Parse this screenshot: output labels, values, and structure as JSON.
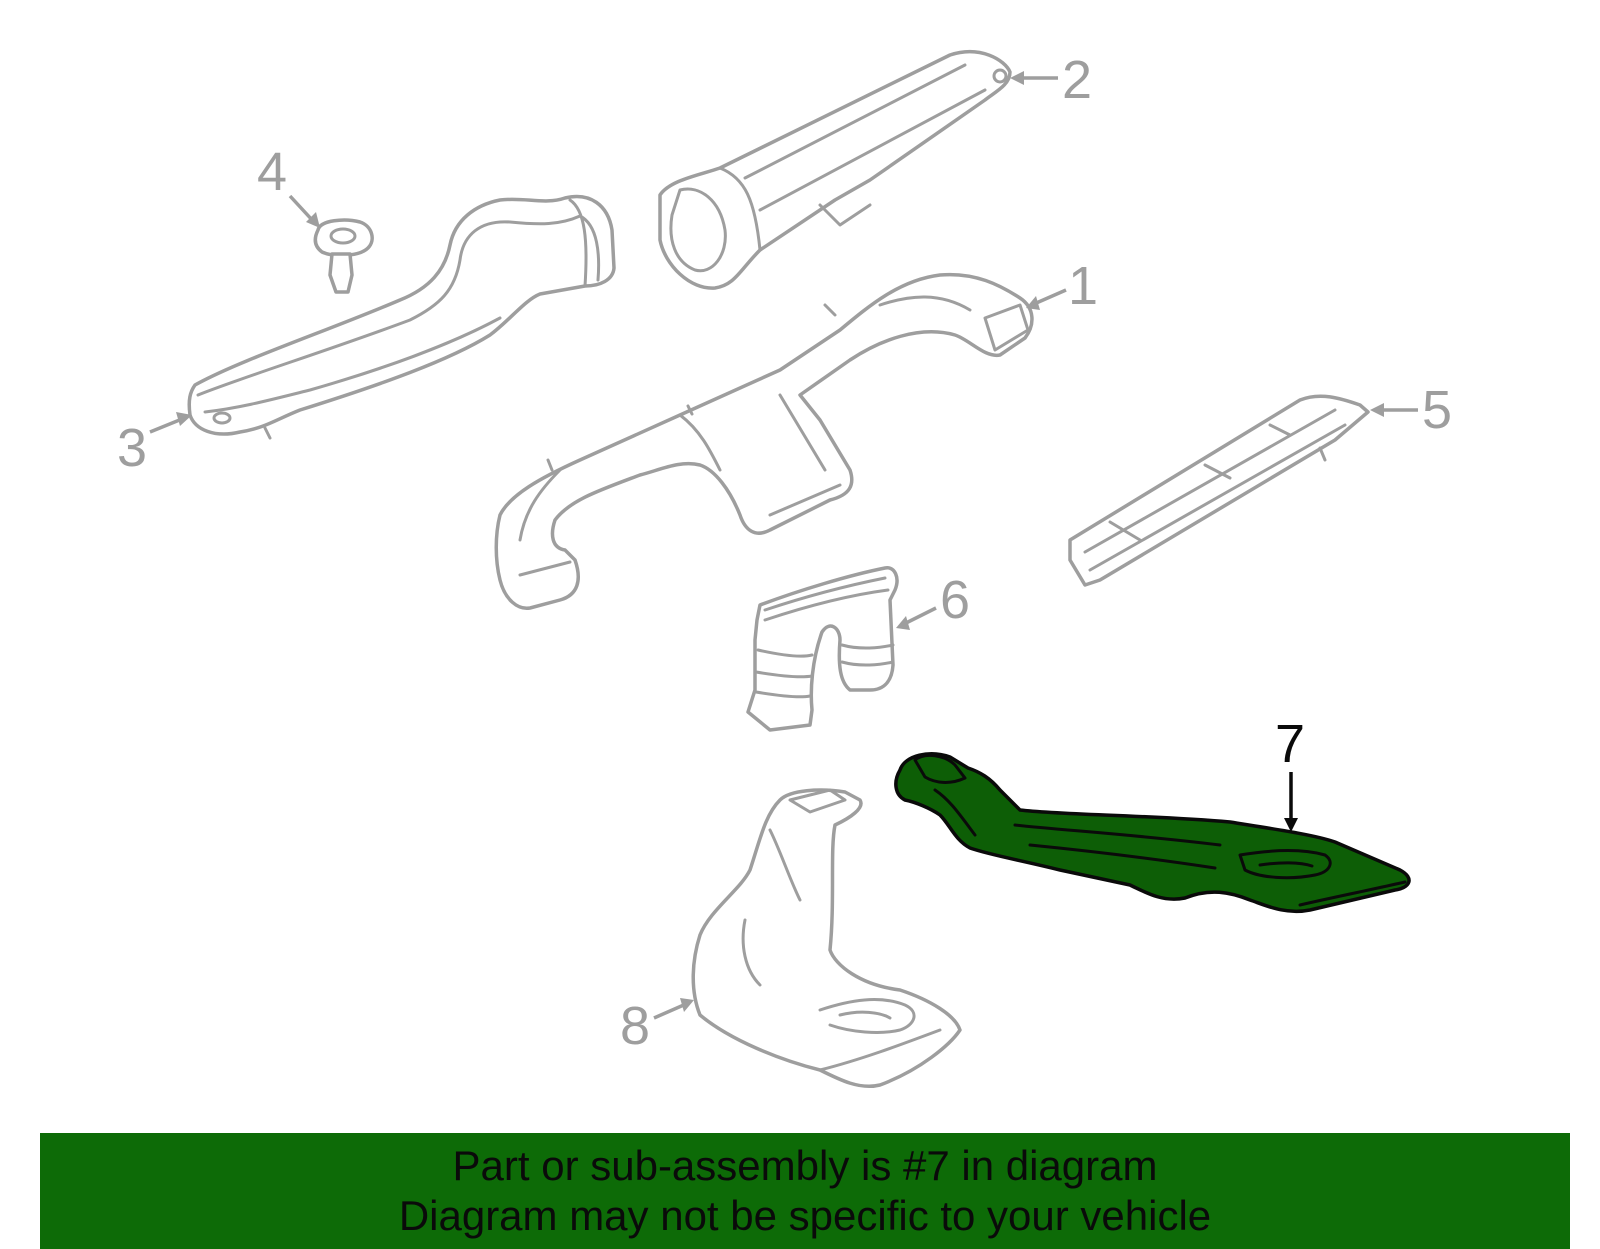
{
  "callouts": {
    "c1": "1",
    "c2": "2",
    "c3": "3",
    "c4": "4",
    "c5": "5",
    "c6": "6",
    "c7": "7",
    "c8": "8"
  },
  "highlighted_part": "7",
  "colors": {
    "highlight_fill": "#0d5e06",
    "part_stroke": "#9e9e9e",
    "banner_background": "#0d6b07",
    "banner_text": "#0a0a0a"
  },
  "banner": {
    "line1": "Part or sub-assembly is #7 in diagram",
    "line2": "Diagram may not be specific to your vehicle"
  }
}
